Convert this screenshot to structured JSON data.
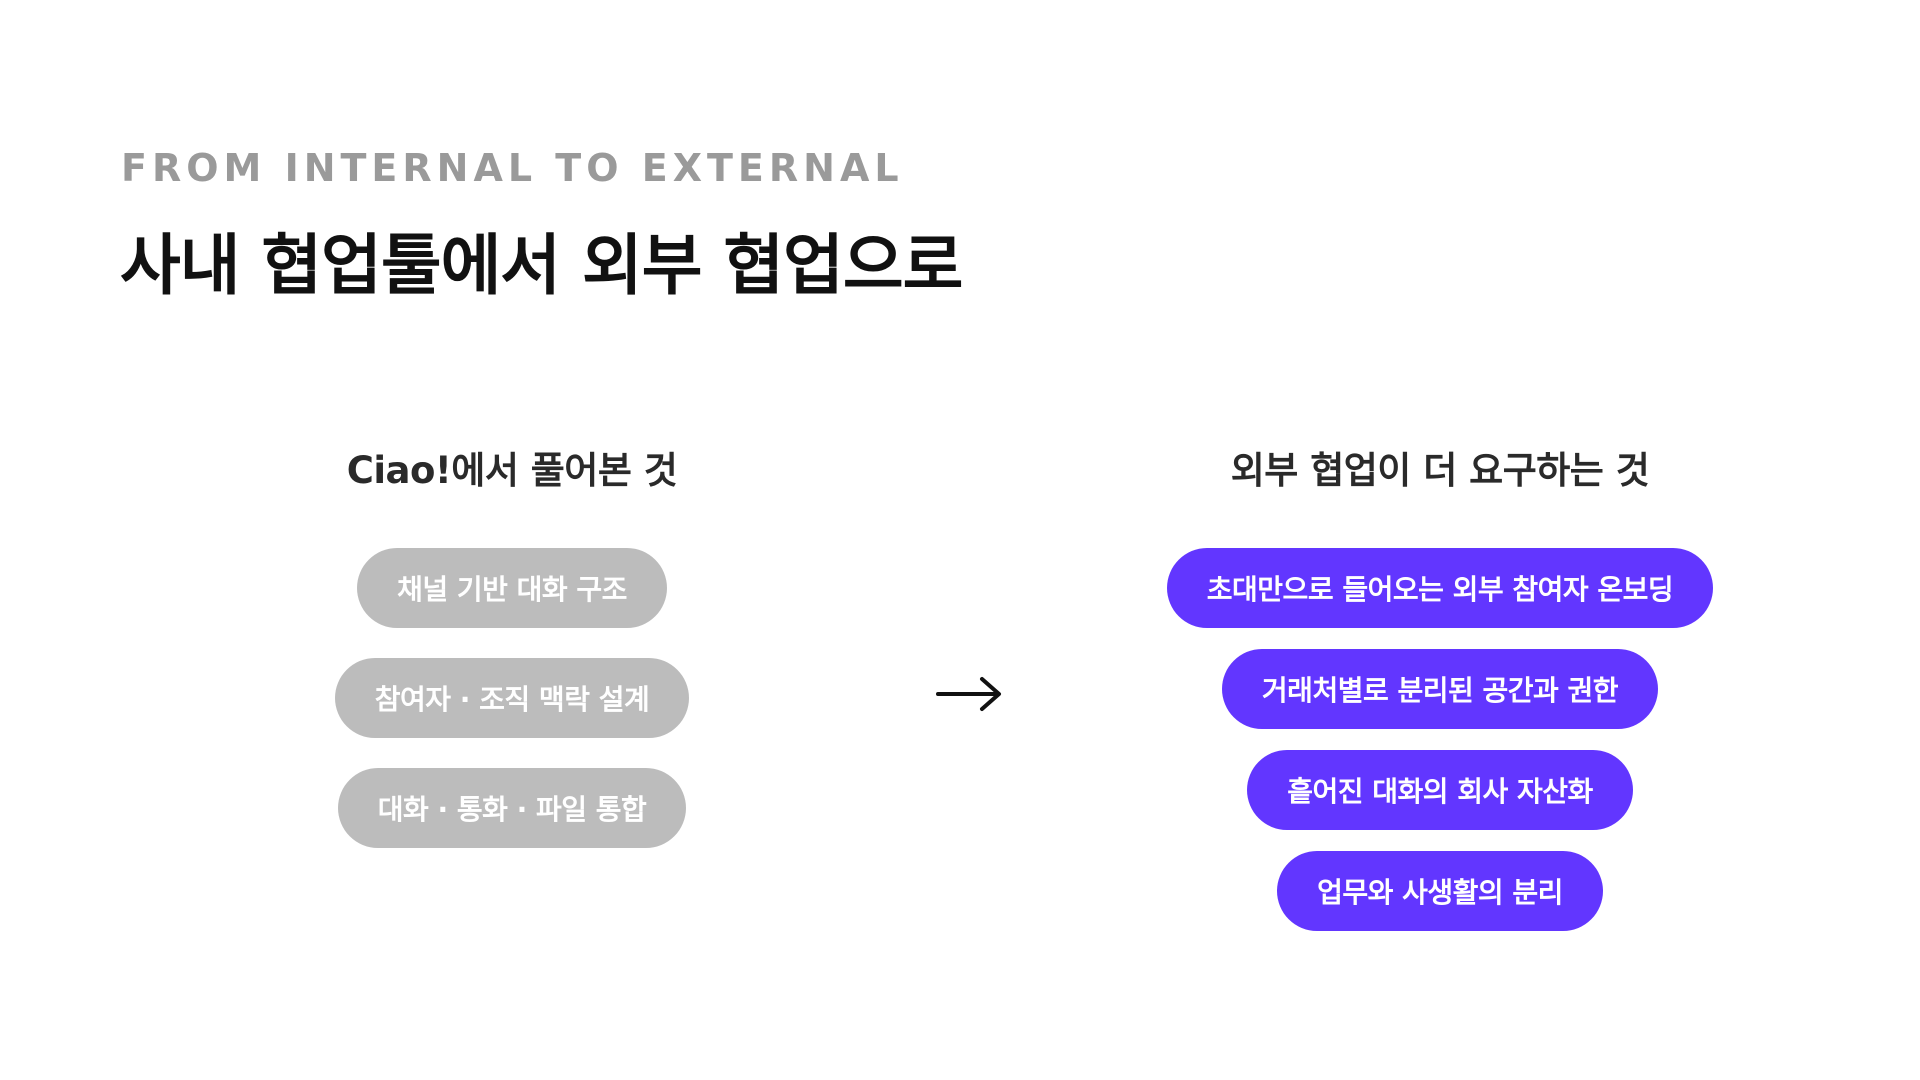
{
  "header": {
    "eyebrow": "FROM INTERNAL TO EXTERNAL",
    "title": "사내 협업툴에서 외부 협업으로"
  },
  "left": {
    "heading": "Ciao!에서 풀어본 것",
    "items": [
      "채널 기반 대화 구조",
      "참여자 · 조직 맥락 설계",
      "대화 · 통화 · 파일 통합"
    ]
  },
  "right": {
    "heading": "외부 협업이 더 요구하는 것",
    "items": [
      "초대만으로 들어오는 외부 참여자 온보딩",
      "거래처별로 분리된 공간과 권한",
      "흩어진 대화의 회사 자산화",
      "업무와 사생활의 분리"
    ]
  },
  "arrow_icon": "arrow-right-icon",
  "colors": {
    "accent": "#6236ff",
    "muted_pill": "#bcbcbc",
    "eyebrow": "#9a9a9a",
    "title": "#111111"
  }
}
